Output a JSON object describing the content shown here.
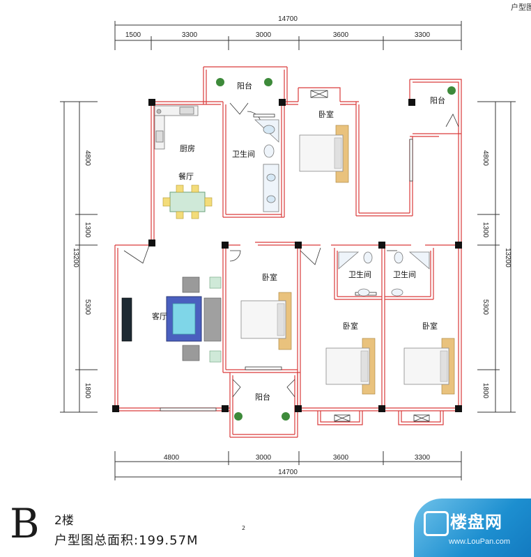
{
  "header": {
    "label": "户型图"
  },
  "dimensions": {
    "total_width": "14700",
    "top_segments": [
      "1500",
      "3300",
      "3000",
      "3600",
      "3300"
    ],
    "bottom_segments": [
      "4800",
      "3000",
      "3600",
      "3300"
    ],
    "total_height": "13200",
    "left_segments": [
      "4800",
      "1300",
      "5300",
      "1800"
    ],
    "right_segments": [
      "4800",
      "1300",
      "5300",
      "1800"
    ]
  },
  "rooms": {
    "balcony_top": "阳台",
    "balcony_right": "阳台",
    "balcony_bottom": "阳台",
    "kitchen": "厨房",
    "dining": "餐厅",
    "bath_main": "卫生间",
    "bedroom_top": "卧室",
    "living": "客厅",
    "bedroom_center": "卧室",
    "bath_left": "卫生间",
    "bath_right": "卫生间",
    "bedroom_lower_left": "卧室",
    "bedroom_lower_right": "卧室"
  },
  "footer": {
    "type_letter": "B",
    "floor": "2楼",
    "area_text": "户型图总面积:199.57M",
    "area_unit_sup": "2"
  },
  "logo": {
    "text": "楼盘网",
    "url": "www.LouPan.com"
  },
  "colors": {
    "wall_line": "#d93a3a",
    "pillar": "#111111",
    "logo_blue": "#1d8fd0"
  }
}
